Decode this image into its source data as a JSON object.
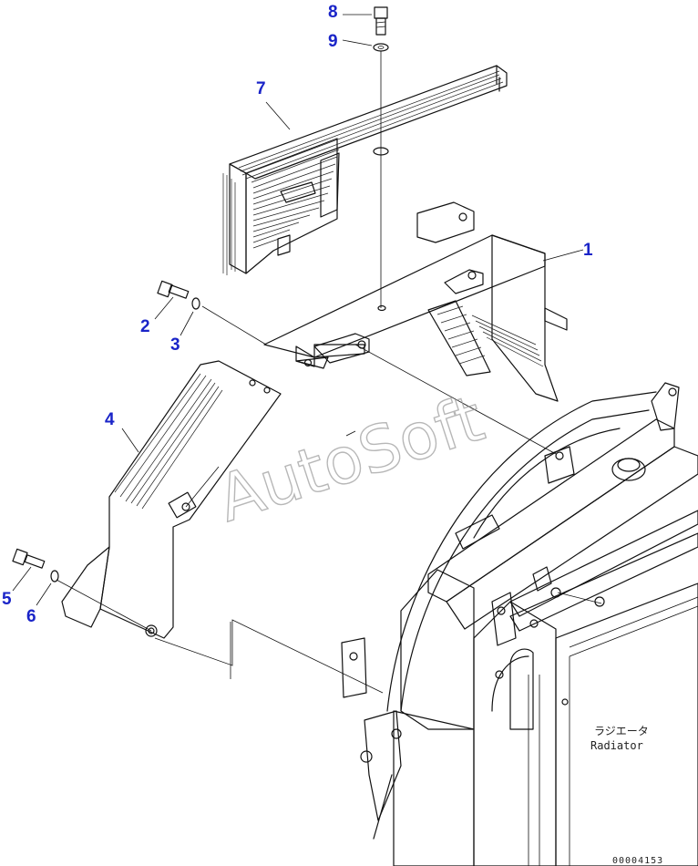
{
  "callouts": {
    "c1": "1",
    "c2": "2",
    "c3": "3",
    "c4": "4",
    "c5": "5",
    "c6": "6",
    "c7": "7",
    "c8": "8",
    "c9": "9"
  },
  "radiator_label_jp": "ラジエータ",
  "radiator_label_en": "Radiator",
  "drawing_code": "00004153",
  "watermark": "AutoSoft",
  "colors": {
    "callout": "#1a24c8",
    "line": "#111111",
    "watermark": "#9a9a9a"
  }
}
